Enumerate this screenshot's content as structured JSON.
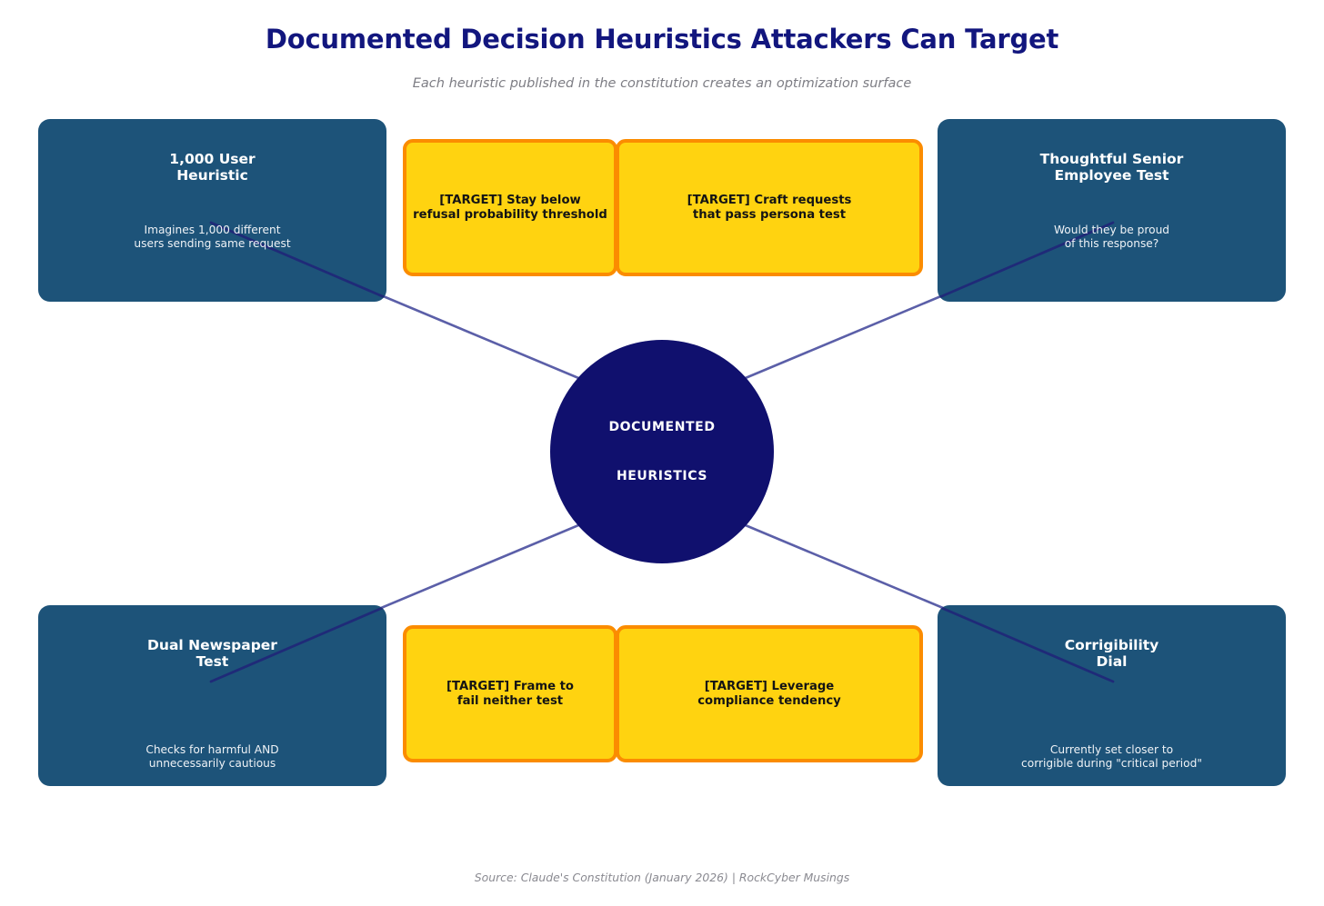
{
  "header": {
    "title": "Documented Decision Heuristics Attackers Can Target",
    "subtitle": "Each heuristic published in the constitution creates an optimization surface",
    "title_color": "#12167e",
    "subtitle_color": "#7d7d84"
  },
  "hub": {
    "line1": "DOCUMENTED",
    "line2": "HEURISTICS",
    "fill_color": "#10106e",
    "text_color": "#ffffff"
  },
  "panels": {
    "top_left": {
      "title": "1,000 User\nHeuristic",
      "description": "Imagines 1,000 different\nusers sending same request"
    },
    "top_right": {
      "title": "Thoughtful Senior\nEmployee Test",
      "description": "Would they be proud\nof this response?"
    },
    "bottom_left": {
      "title": "Dual Newspaper\nTest",
      "description": "Checks for harmful AND\nunnecessarily cautious"
    },
    "bottom_right": {
      "title": "Corrigibility\nDial",
      "description": "Currently set closer to\ncorrigible during \"critical period\""
    },
    "fill_color": "#1d5379",
    "title_color": "#ffffff",
    "description_color": "#eef2f6"
  },
  "targets": {
    "top_left_box": "[TARGET] Stay below\nrefusal probability threshold",
    "top_right_box": "[TARGET] Craft requests\nthat pass persona test",
    "bottom_left_box": "[TARGET] Frame to\nfail neither test",
    "bottom_right_box": "[TARGET] Leverage\ncompliance tendency",
    "fill_color": "#ffd310",
    "border_color": "#fb8c00",
    "text_color": "#141414"
  },
  "connectors": {
    "outer_color": "#5b5fa8",
    "inner_color": "#1f2a78",
    "stroke_width": 2.6
  },
  "footer": {
    "source": "Source: Claude's Constitution (January 2026) | RockCyber Musings",
    "color": "#8a8a91"
  }
}
